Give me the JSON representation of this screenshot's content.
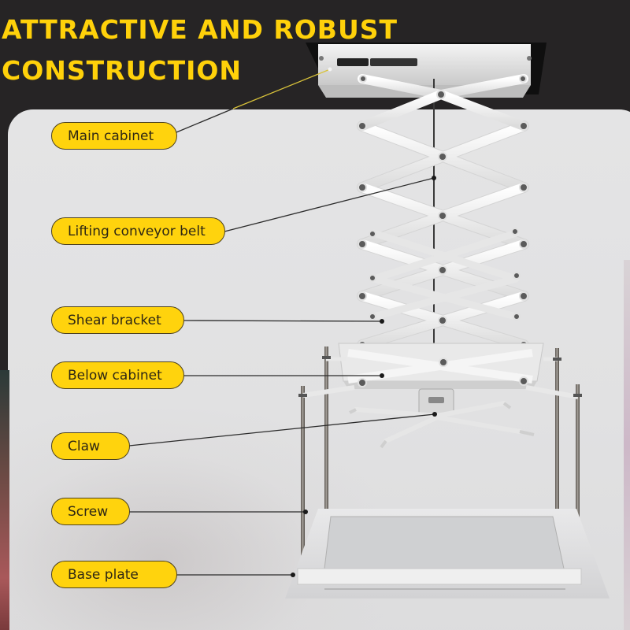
{
  "header": {
    "title_line1": "ATTRACTIVE AND ROBUST",
    "title_line2": "CONSTRUCTION",
    "title_color": "#FFD10A",
    "background_color": "#262425"
  },
  "callouts": [
    {
      "label": "Main cabinet",
      "target": "main-cabinet"
    },
    {
      "label": "Lifting conveyor belt",
      "target": "lifting-conveyor-belt"
    },
    {
      "label": "Shear bracket",
      "target": "shear-bracket"
    },
    {
      "label": "Below cabinet",
      "target": "below-cabinet"
    },
    {
      "label": "Claw",
      "target": "claw"
    },
    {
      "label": "Screw",
      "target": "screw"
    },
    {
      "label": "Base plate",
      "target": "base-plate"
    }
  ],
  "colors": {
    "pill_fill": "#FFD30D",
    "pill_border": "#4d4220",
    "pill_text": "#2e2714",
    "panel": "#e2e2e3",
    "leader_line": "#2b2b2b"
  }
}
